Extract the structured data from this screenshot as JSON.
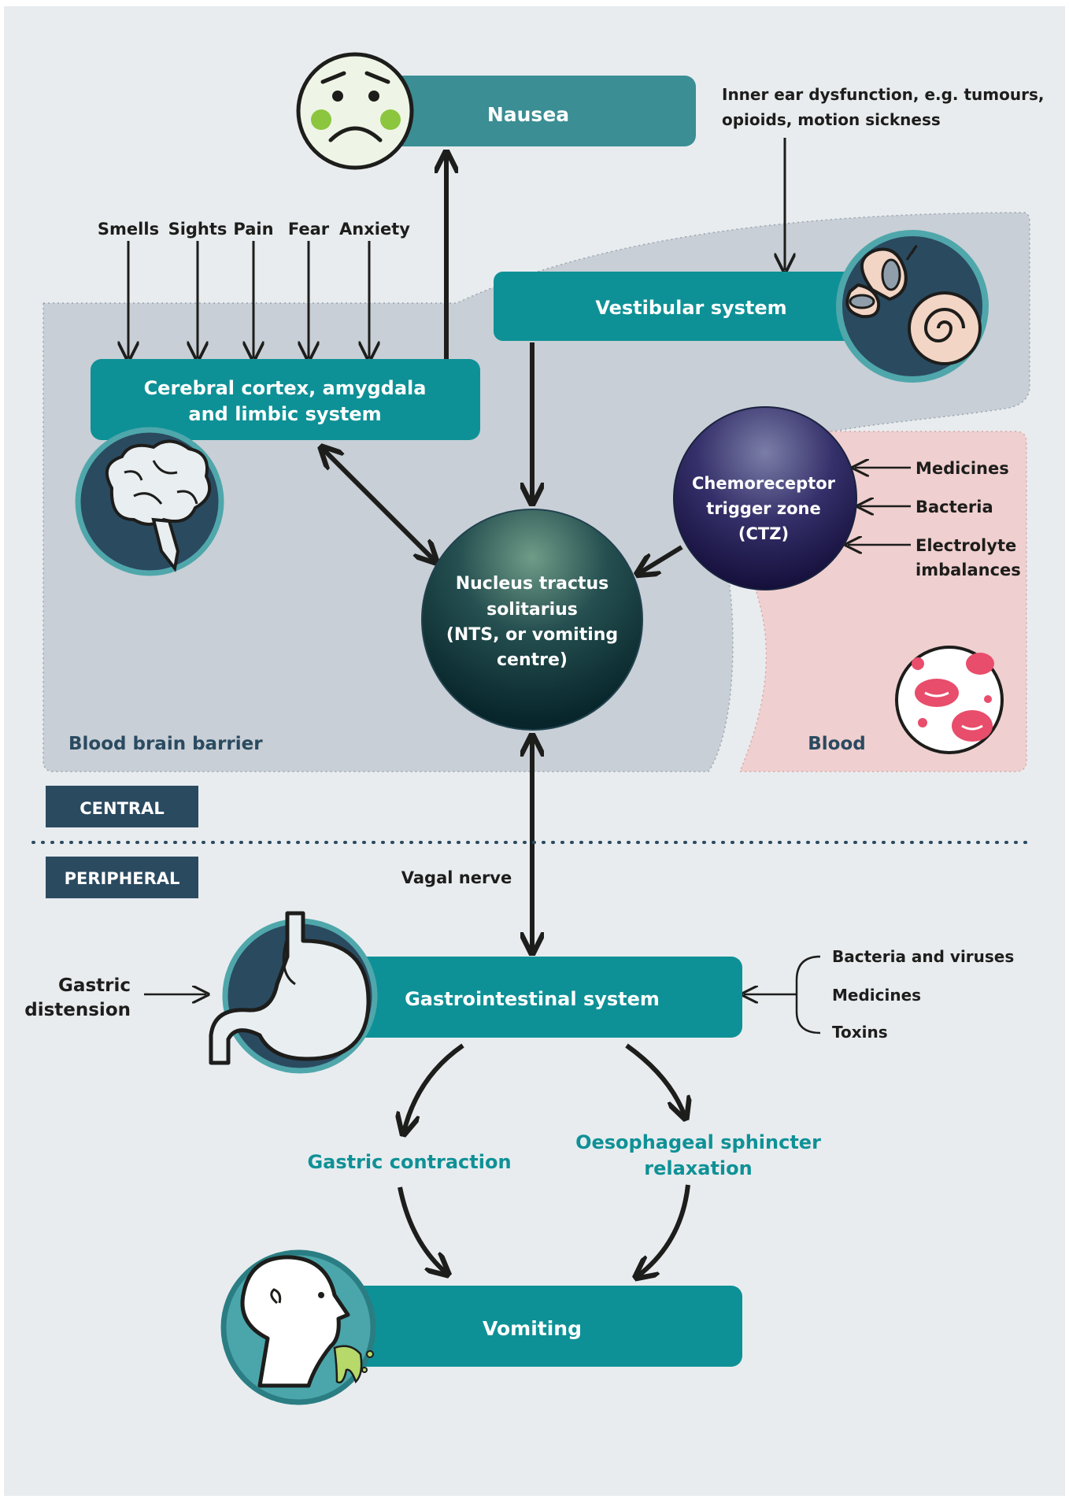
{
  "nodes": {
    "nausea": "Nausea",
    "vestibular": "Vestibular system",
    "cortex": [
      "Cerebral cortex, amygdala",
      "and limbic system"
    ],
    "nts": [
      "Nucleus tractus",
      "solitarius",
      "(NTS, or vomiting",
      "centre)"
    ],
    "ctz": [
      "Chemoreceptor",
      "trigger zone",
      "(CTZ)"
    ],
    "gi": "Gastrointestinal system",
    "vomiting": "Vomiting"
  },
  "inputs": {
    "emotional": [
      "Smells",
      "Sights",
      "Pain",
      "Fear",
      "Anxiety"
    ],
    "inner_ear": [
      "Inner ear dysfunction, e.g. tumours,",
      "opioids, motion sickness"
    ],
    "ctz": [
      "Medicines",
      "Bacteria",
      "Electrolyte",
      "imbalances"
    ],
    "gi": [
      "Bacteria and viruses",
      "Medicines",
      "Toxins"
    ],
    "gastric_distension": [
      "Gastric",
      "distension"
    ]
  },
  "regions": {
    "bbb": "Blood brain barrier",
    "blood": "Blood",
    "central": "CENTRAL",
    "peripheral": "PERIPHERAL"
  },
  "labels": {
    "vagal": "Vagal nerve",
    "contraction": "Gastric contraction",
    "sphincter": [
      "Oesophageal sphincter",
      "relaxation"
    ]
  },
  "colors": {
    "teal": "#0e9196",
    "navy": "#2a4a60",
    "bbb_region": "#c8cfd6",
    "blood_region": "#efcfcf",
    "background": "#e8ecef"
  }
}
